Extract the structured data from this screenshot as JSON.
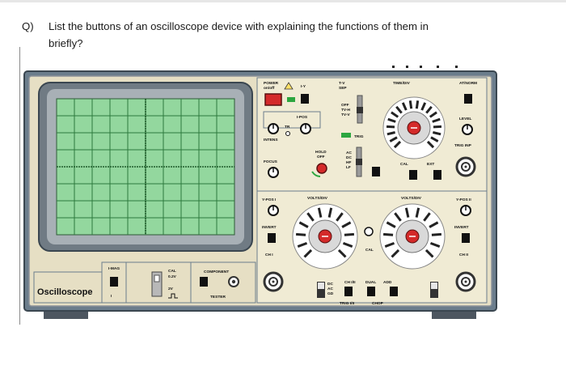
{
  "question": {
    "prefix": "Q)",
    "line1": "List the buttons of an oscilloscope device with explaining the functions of them in",
    "line2": "briefly?"
  },
  "device": {
    "brand": "Oscilloscope",
    "labels": {
      "power": "POWER",
      "on_off": "on/off",
      "i_y": "I-Y",
      "tv_sep": "T-V",
      "sep": "SEP",
      "time_div": "TIME/DIV",
      "at_norm": "AT/NORM",
      "off": "OFF",
      "tv_h": "TV-H",
      "tv_v": "TV-V",
      "ipos": "I-POS",
      "tr": "TR",
      "intens": "INTENS",
      "trig": "TRIG",
      "level": "LEVEL",
      "trig_inp": "TRIG INP",
      "focus": "FOCUS",
      "hold": "HOLD",
      "hold_off": "OFF",
      "ac": "AC",
      "dc": "DC",
      "hf": "HF",
      "lf": "LF",
      "cal": "CAL",
      "ext": "EXT",
      "ypos1": "Y-POS I",
      "volts_div": "VOLTS/DIV",
      "volts_div2": "VOLTS/DIV",
      "ypos2": "Y-POS II",
      "invert": "INVERT",
      "invert2": "INVERT",
      "ch1": "CH I",
      "ch2": "CH II",
      "cal2": "CAL",
      "i_mag": "I-MAG",
      "cal3": "CAL",
      "cal_v": "0.2V",
      "comp": "COMPONENT",
      "tester": "TESTER",
      "ch12": "CH I/II",
      "dual": "DUAL",
      "add": "ADD",
      "trig_i": "TRIG I/II",
      "chop": "CHOP",
      "gd": "GD",
      "ac2": "AC",
      "dc2": "DC",
      "v2": "2V",
      "x10": "I"
    }
  }
}
